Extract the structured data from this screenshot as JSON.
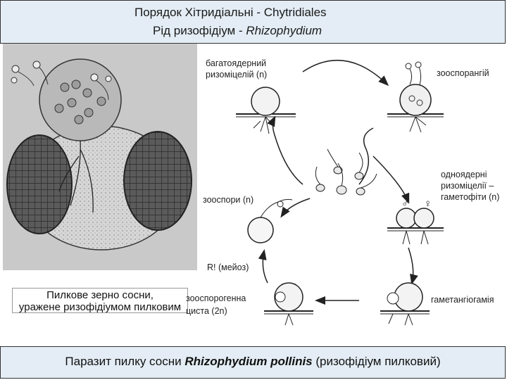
{
  "header": {
    "line1": "Порядок Хітридіальні - Chytridiales",
    "line2_prefix": "Рід ризофідіум - ",
    "line2_latin": "Rhizophydium"
  },
  "photo": {
    "caption_line1": "Пилкове зерно сосни,",
    "caption_line2": "уражене ризофідіумом пилковим"
  },
  "cycle": {
    "labels": {
      "multinucleate": "багатоядерний",
      "rhizomycelium": "ризоміцелій (n)",
      "zoosporangium": "зооспорангій",
      "uninuclear_1": "одноядерні",
      "uninuclear_2": "ризоміцелії –",
      "uninuclear_3": "гаметофіти (n)",
      "zoospores": "зооспори (n)",
      "meiosis": "R! (мейоз)",
      "cyst_1": "зооспорогенна",
      "cyst_2": "циста (2n)",
      "gametangiogamy": "гаметангіогамія"
    },
    "symbols": {
      "male": "♂",
      "female": "♀"
    }
  },
  "footer": {
    "prefix": "Паразит пилку сосни ",
    "species": "Rhizophydium pollinis",
    "suffix": " (ризофідіум пилковий)"
  }
}
